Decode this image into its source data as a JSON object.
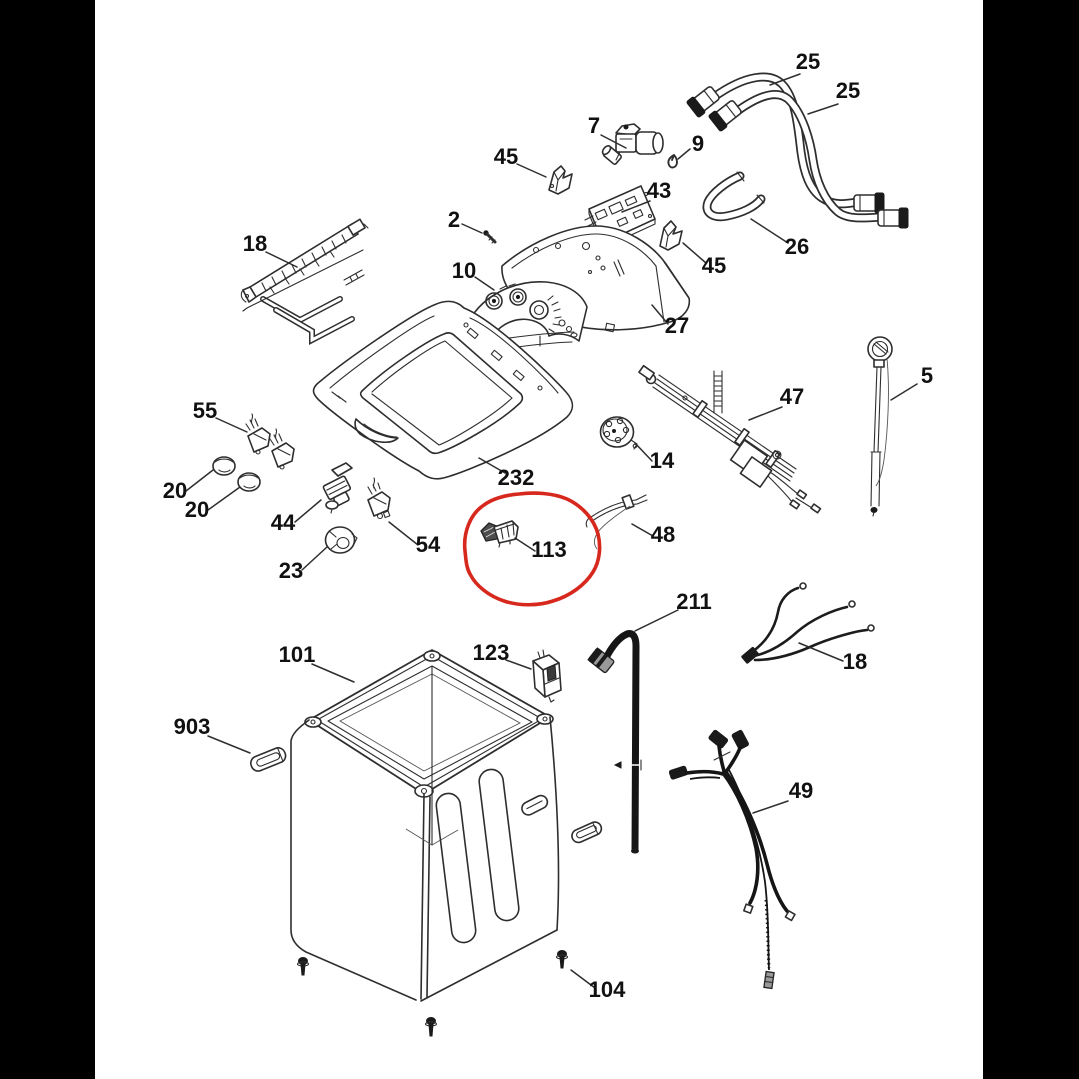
{
  "diagram": {
    "type": "exploded-parts-diagram",
    "subject": "top-load washer exploded view line drawing",
    "background_color": "#ffffff",
    "letterbox_color": "#000000",
    "line_color": "#2e2e2e",
    "highlight": {
      "part": "113",
      "color": "#d7281d",
      "style": "hand-drawn circle"
    },
    "parts_visible": [
      "2",
      "5",
      "7",
      "9",
      "10",
      "14",
      "18",
      "20",
      "23",
      "25",
      "26",
      "27",
      "43",
      "44",
      "45",
      "47",
      "48",
      "49",
      "54",
      "55",
      "101",
      "104",
      "113",
      "123",
      "211",
      "232",
      "903"
    ],
    "callouts": [
      {
        "text": "25"
      },
      {
        "text": "25"
      },
      {
        "text": "26"
      },
      {
        "text": "7"
      },
      {
        "text": "9"
      },
      {
        "text": "45"
      },
      {
        "text": "43"
      },
      {
        "text": "45"
      },
      {
        "text": "27"
      },
      {
        "text": "2"
      },
      {
        "text": "10"
      },
      {
        "text": "18"
      },
      {
        "text": "232"
      },
      {
        "text": "55"
      },
      {
        "text": "20"
      },
      {
        "text": "20"
      },
      {
        "text": "44"
      },
      {
        "text": "54"
      },
      {
        "text": "23"
      },
      {
        "text": "14"
      },
      {
        "text": "47"
      },
      {
        "text": "5"
      },
      {
        "text": "48"
      },
      {
        "text": "113"
      },
      {
        "text": "211"
      },
      {
        "text": "18"
      },
      {
        "text": "101"
      },
      {
        "text": "123"
      },
      {
        "text": "903"
      },
      {
        "text": "49"
      },
      {
        "text": "104"
      }
    ]
  }
}
